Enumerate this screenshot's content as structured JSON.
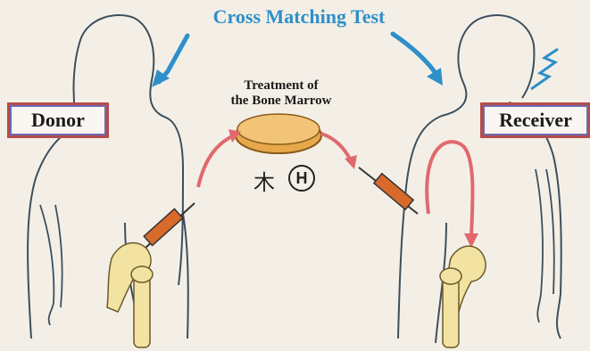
{
  "title": "Cross Matching Test",
  "donor_label": "Donor",
  "receiver_label": "Receiver",
  "treatment_label": [
    "Treatment of",
    "the Bone Marrow"
  ],
  "symbols": {
    "left_glyph": "木",
    "right_glyph": "H"
  },
  "colors": {
    "title": "#2e8fc9",
    "arrow_blue": "#2e8fc9",
    "arrow_red": "#e0696e",
    "outline": "#3c4f5e",
    "bone": "#f3e3a2",
    "syringe": "#d86a2c",
    "box_border": "#b44b4b"
  }
}
